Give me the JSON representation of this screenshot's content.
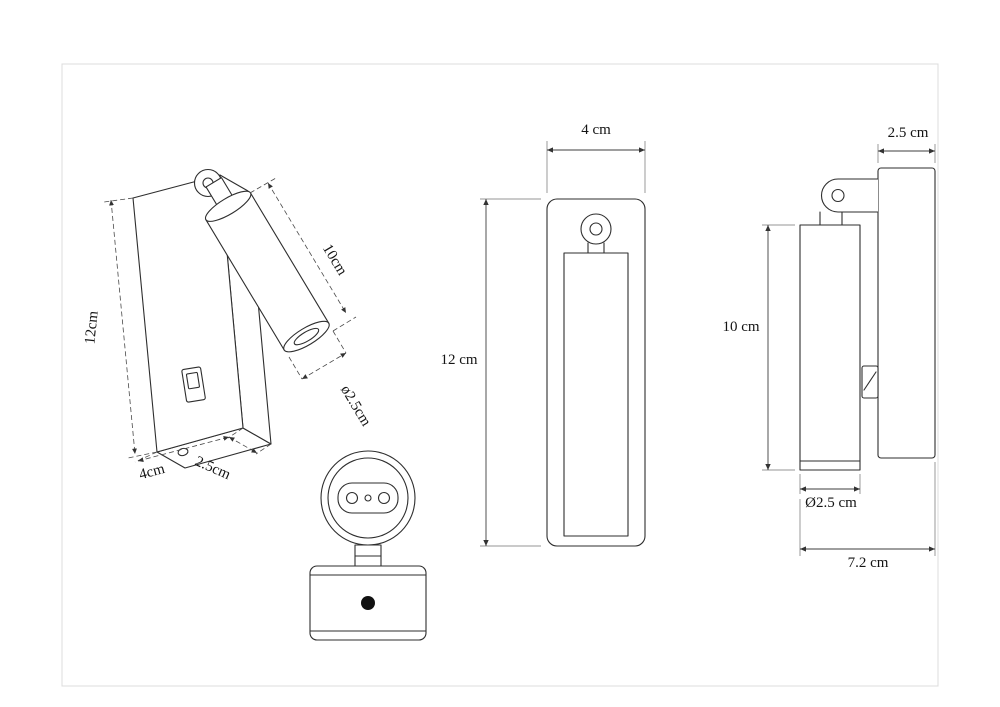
{
  "views": {
    "isometric": {
      "labels": {
        "height": "12cm",
        "tube_length": "10cm",
        "tube_diameter": "ø2.5cm",
        "width": "4cm",
        "depth": "2.5cm"
      }
    },
    "front": {
      "labels": {
        "width": "4 cm",
        "height": "12 cm"
      }
    },
    "side": {
      "labels": {
        "depth": "2.5 cm",
        "tube_length": "10 cm",
        "tube_diameter": "Ø2.5 cm",
        "total_depth": "7.2 cm"
      }
    }
  },
  "colors": {
    "line": "#2e2e2e",
    "dimension": "#3d3d3d",
    "frame": "#dcdcdc",
    "background": "#ffffff",
    "button_fill": "#111111"
  }
}
